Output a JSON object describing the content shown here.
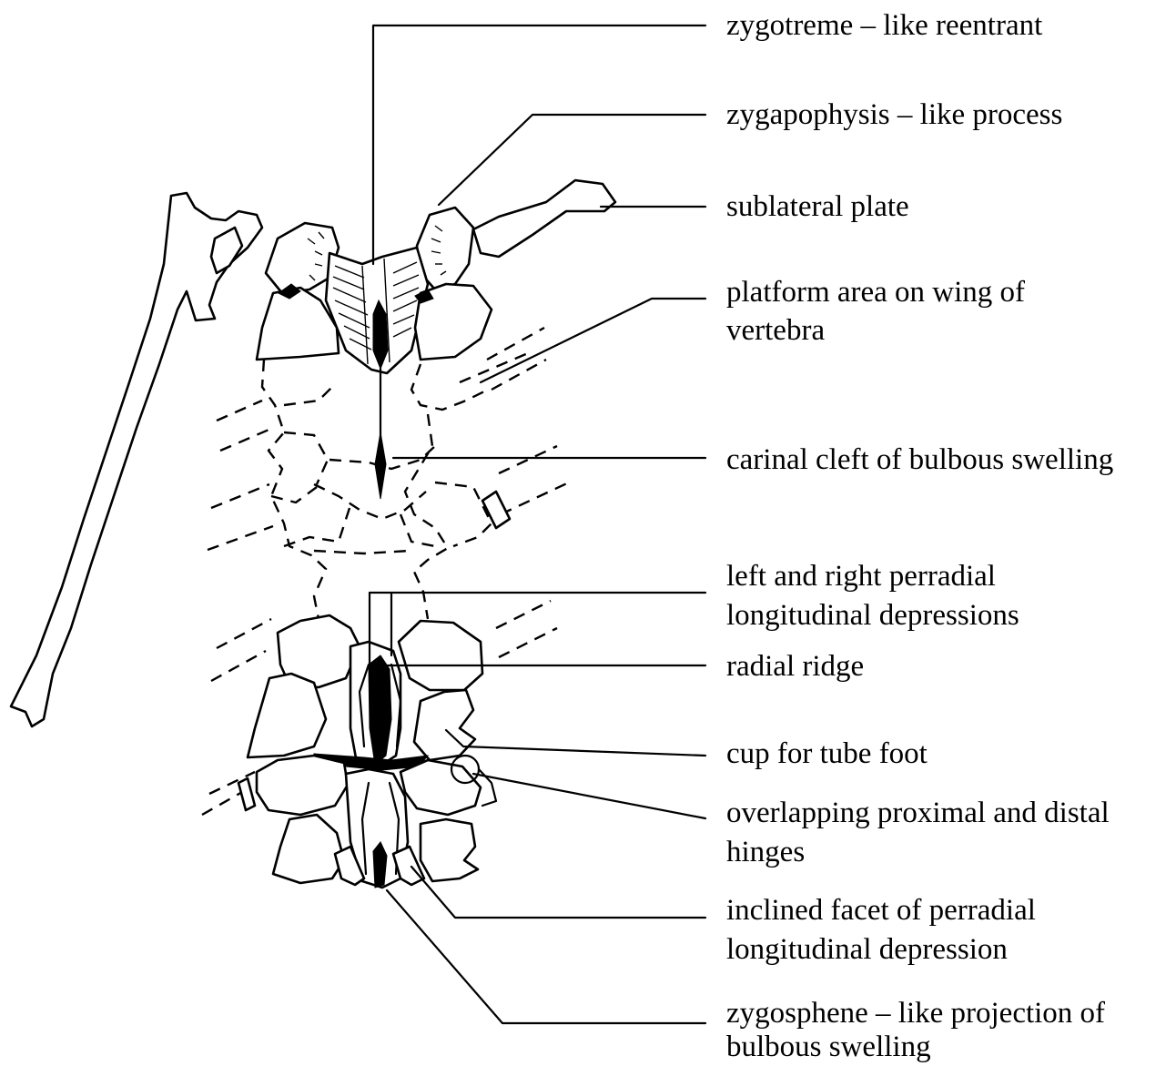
{
  "labels": [
    "zygotreme – like reentrant",
    "zygapophysis – like process",
    "sublateral plate",
    "platform area on wing of",
    "vertebra",
    "carinal cleft of bulbous swelling",
    "left and right perradial",
    "longitudinal depressions",
    "radial ridge",
    "cup for tube foot",
    "overlapping proximal and distal",
    "hinges",
    "inclined facet of perradial",
    "longitudinal depression",
    "zygosphene – like projection of",
    "bulbous swelling"
  ]
}
